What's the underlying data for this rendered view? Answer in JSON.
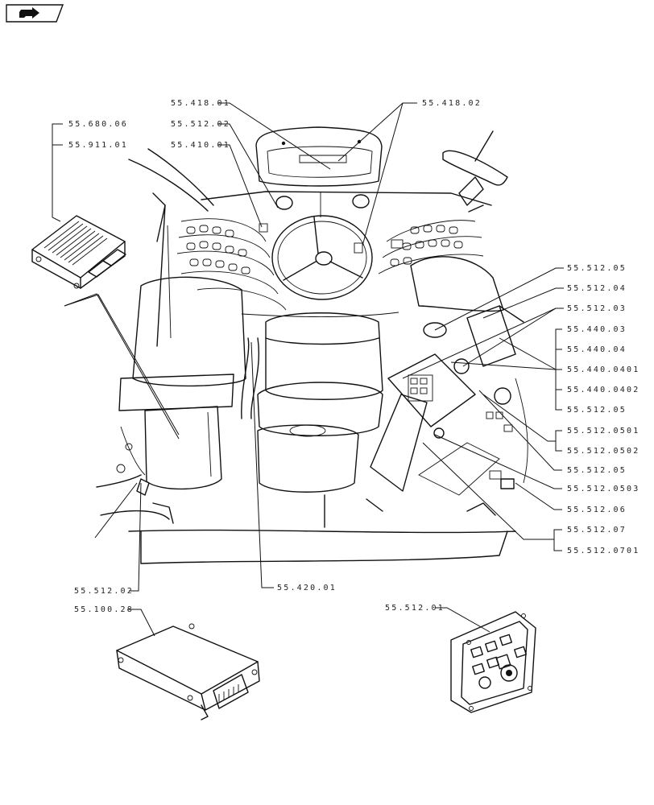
{
  "nav": {
    "icon": "arrow-navigation-icon"
  },
  "labels": {
    "l_680_06": "55.680.06",
    "l_911_01": "55.911.01",
    "l_418_01": "55.418.01",
    "l_418_02": "55.418.02",
    "l_512_02_top": "55.512.02",
    "l_410_01": "55.410.01",
    "l_512_05_a": "55.512.05",
    "l_512_04": "55.512.04",
    "l_512_03": "55.512.03",
    "l_440_03": "55.440.03",
    "l_440_04": "55.440.04",
    "l_440_0401": "55.440.0401",
    "l_440_0402": "55.440.0402",
    "l_512_05_b": "55.512.05",
    "l_512_0501": "55.512.0501",
    "l_512_0502": "55.512.0502",
    "l_512_05_c": "55.512.05",
    "l_512_0503": "55.512.0503",
    "l_512_06": "55.512.06",
    "l_512_07": "55.512.07",
    "l_512_0701": "55.512.0701",
    "l_512_02_bottom": "55.512.02",
    "l_420_01": "55.420.01",
    "l_100_28": "55.100.28",
    "l_512_01": "55.512.01"
  }
}
